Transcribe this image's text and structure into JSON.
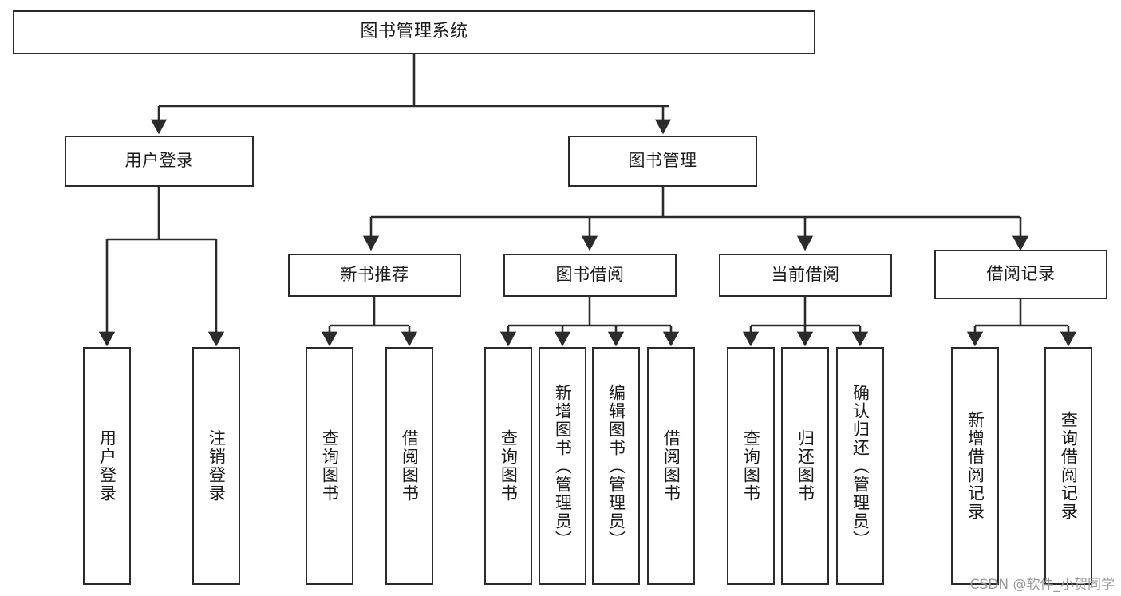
{
  "diagram": {
    "title_node": "图书管理系统",
    "watermark": "CSDN @软件_小贺同学",
    "colors": {
      "box_border": "#2b2b2b",
      "box_fill": "#ffffff",
      "connector": "#2b2b2b",
      "text": "#1a1a1a",
      "watermark": "#9a9a9a",
      "background": "#ffffff"
    },
    "levels": {
      "root": "图书管理系统",
      "level2": [
        "用户登录",
        "图书管理"
      ],
      "level3": [
        "新书推荐",
        "图书借阅",
        "当前借阅",
        "借阅记录"
      ]
    },
    "nodes": {
      "root": "图书管理系统",
      "user_login": "用户登录",
      "book_manage": "图书管理",
      "new_book_rec": "新书推荐",
      "book_borrow": "图书借阅",
      "current_borrow": "当前借阅",
      "borrow_record": "借阅记录",
      "leaf_user_login": "用户登录",
      "leaf_user_logout": "注销登录",
      "leaf_query_book_1": "查询图书",
      "leaf_borrow_book_1": "借阅图书",
      "leaf_query_book_2": "查询图书",
      "leaf_add_book": "新增图书（管理员）",
      "leaf_edit_book": "编辑图书（管理员）",
      "leaf_borrow_book_2": "借阅图书",
      "leaf_query_book_3": "查询图书",
      "leaf_return_book": "归还图书",
      "leaf_confirm_return": "确认归还（管理员）",
      "leaf_add_record": "新增借阅记录",
      "leaf_query_record": "查询借阅记录"
    }
  }
}
